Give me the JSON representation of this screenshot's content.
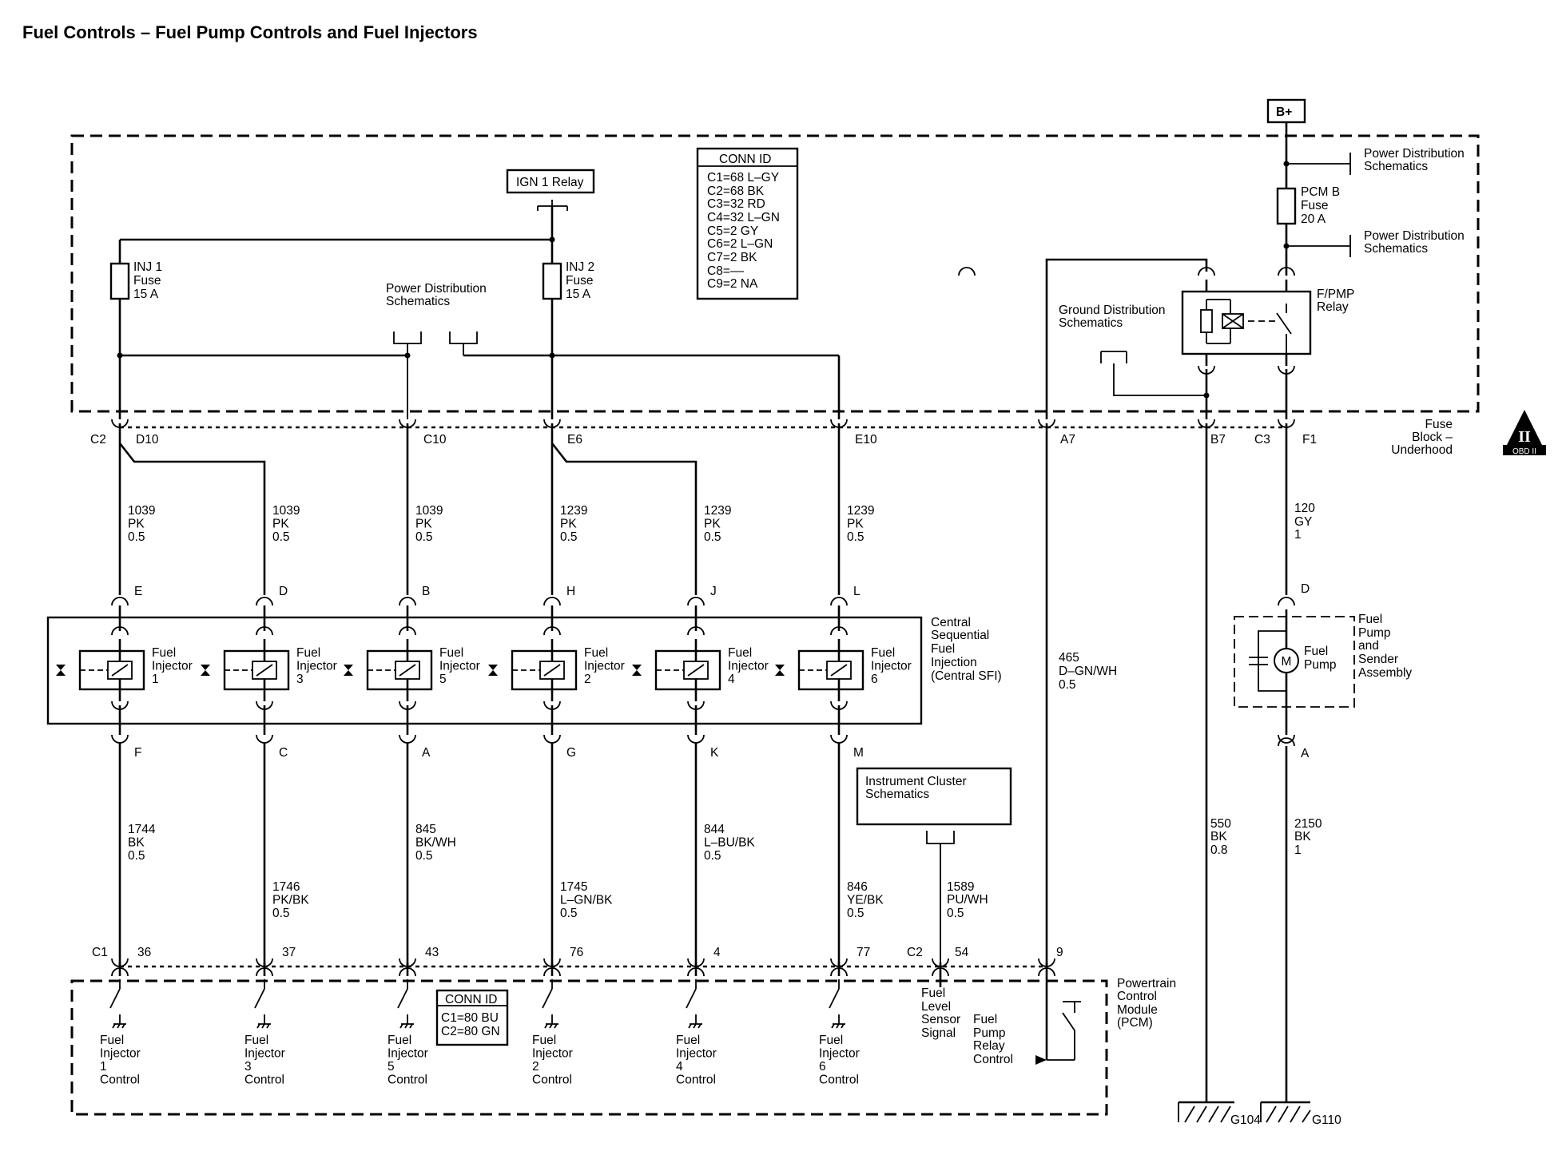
{
  "title": "Fuel Controls – Fuel Pump Controls and Fuel Injectors",
  "battery": "B+",
  "ign_relay": "IGN 1 Relay",
  "conn_top": {
    "header": "CONN ID",
    "rows": [
      "C1=68 L–GY",
      "C2=68 BK",
      "C3=32 RD",
      "C4=32 L–GN",
      "C5=2 GY",
      "C6=2 L–GN",
      "C7=2 BK",
      "C8=––",
      "C9=2 NA"
    ]
  },
  "conn_pcm": {
    "header": "CONN ID",
    "rows": [
      "C1=80 BU",
      "C2=80 GN"
    ]
  },
  "fuses": {
    "inj1": [
      "INJ 1",
      "Fuse",
      "15 A"
    ],
    "inj2": [
      "INJ 2",
      "Fuse",
      "15 A"
    ],
    "pcmb": [
      "PCM B",
      "Fuse",
      "20 A"
    ]
  },
  "refs": {
    "power_dist_center": [
      "Power Distribution",
      "Schematics"
    ],
    "power_dist_top": [
      "Power Distribution",
      "Schematics"
    ],
    "power_dist_mid": [
      "Power Distribution",
      "Schematics"
    ],
    "ground_dist": [
      "Ground Distribution",
      "Schematics"
    ],
    "instrument_cluster": [
      "Instrument Cluster",
      "Schematics"
    ]
  },
  "fpmp_relay": [
    "F/PMP",
    "Relay"
  ],
  "fuse_block": [
    "Fuse",
    "Block –",
    "Underhood"
  ],
  "obd": "OBD II",
  "fuse_block_pins": {
    "c2": "C2",
    "d10": "D10",
    "c10": "C10",
    "e6": "E6",
    "e10": "E10",
    "a7": "A7",
    "b7": "B7",
    "c3": "C3",
    "f1": "F1"
  },
  "upper_wires": [
    [
      "1039",
      "PK",
      "0.5"
    ],
    [
      "1039",
      "PK",
      "0.5"
    ],
    [
      "1039",
      "PK",
      "0.5"
    ],
    [
      "1239",
      "PK",
      "0.5"
    ],
    [
      "1239",
      "PK",
      "0.5"
    ],
    [
      "1239",
      "PK",
      "0.5"
    ]
  ],
  "sfi_top_pins": [
    "E",
    "D",
    "B",
    "H",
    "J",
    "L"
  ],
  "sfi_bottom_pins": [
    "F",
    "C",
    "A",
    "G",
    "K",
    "M"
  ],
  "injectors": [
    [
      "Fuel",
      "Injector",
      "1"
    ],
    [
      "Fuel",
      "Injector",
      "3"
    ],
    [
      "Fuel",
      "Injector",
      "5"
    ],
    [
      "Fuel",
      "Injector",
      "2"
    ],
    [
      "Fuel",
      "Injector",
      "4"
    ],
    [
      "Fuel",
      "Injector",
      "6"
    ]
  ],
  "sfi_label": [
    "Central",
    "Sequential",
    "Fuel",
    "Injection",
    "(Central SFI)"
  ],
  "lower_wires": [
    [
      "1744",
      "BK",
      "0.5"
    ],
    [
      "1746",
      "PK/BK",
      "0.5"
    ],
    [
      "845",
      "BK/WH",
      "0.5"
    ],
    [
      "1745",
      "L–GN/BK",
      "0.5"
    ],
    [
      "844",
      "L–BU/BK",
      "0.5"
    ],
    [
      "846",
      "YE/BK",
      "0.5"
    ]
  ],
  "pcm_c1": "C1",
  "pcm_pins": [
    "36",
    "37",
    "43",
    "76",
    "4",
    "77"
  ],
  "pcm_c2": "C2",
  "pcm_c2_pin": "54",
  "pcm_pin_9": "9",
  "wire_465": [
    "465",
    "D–GN/WH",
    "0.5"
  ],
  "wire_1589": [
    "1589",
    "PU/WH",
    "0.5"
  ],
  "wire_120": [
    "120",
    "GY",
    "1"
  ],
  "wire_550": [
    "550",
    "BK",
    "0.8"
  ],
  "wire_2150": [
    "2150",
    "BK",
    "1"
  ],
  "injector_controls": [
    [
      "Fuel",
      "Injector",
      "1",
      "Control"
    ],
    [
      "Fuel",
      "Injector",
      "3",
      "Control"
    ],
    [
      "Fuel",
      "Injector",
      "5",
      "Control"
    ],
    [
      "Fuel",
      "Injector",
      "2",
      "Control"
    ],
    [
      "Fuel",
      "Injector",
      "4",
      "Control"
    ],
    [
      "Fuel",
      "Injector",
      "6",
      "Control"
    ]
  ],
  "fuel_level_signal": [
    "Fuel",
    "Level",
    "Sensor",
    "Signal"
  ],
  "fuel_pump_relay_control": [
    "Fuel",
    "Pump",
    "Relay",
    "Control"
  ],
  "pcm_label": [
    "Powertrain",
    "Control",
    "Module",
    "(PCM)"
  ],
  "pump_conn_d": "D",
  "pump_conn_a": "A",
  "fuel_pump_motor": "M",
  "fuel_pump_name": [
    "Fuel",
    "Pump"
  ],
  "fuel_pump_assembly": [
    "Fuel",
    "Pump",
    "and",
    "Sender",
    "Assembly"
  ],
  "grounds": [
    "G104",
    "G110"
  ]
}
